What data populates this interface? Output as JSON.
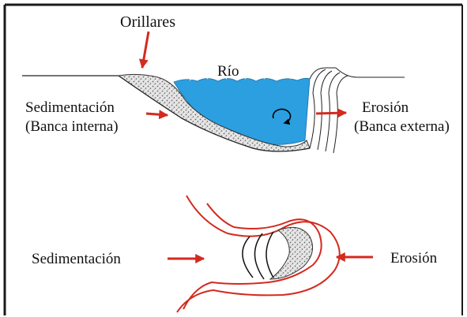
{
  "cross_section": {
    "orillares_label": "Orillares",
    "rio_label": "Río",
    "sedimentacion_label": "Sedimentación",
    "banca_interna_label": "(Banca interna)",
    "erosion_label": "Erosión",
    "banca_externa_label": "(Banca externa)"
  },
  "plan_view": {
    "sedimentacion_label": "Sedimentación",
    "erosion_label": "Erosión"
  },
  "colors": {
    "water": "#2b9fe0",
    "arrow": "#d42a1f",
    "channel_outline": "#d42a1f",
    "frame": "#1a1a1a",
    "sediment": "#8a8a8a"
  }
}
